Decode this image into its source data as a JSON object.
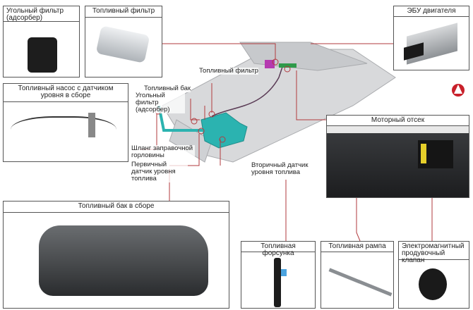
{
  "boxes": {
    "carbon_canister": "Угольный фильтр (адсорбер)",
    "fuel_filter": "Топливный фильтр",
    "fuel_pump": "Топливный насос с датчиком уровня в сборе",
    "fuel_tank_assembly": "Топливный бак в сборе",
    "ecu": "ЭБУ двигателя",
    "engine_bay": "Моторный отсек",
    "injector": "Топливная форсунка",
    "fuel_rail": "Топливная рампа",
    "purge_valve": "Электромагнитный продувочный клапан"
  },
  "callouts": {
    "fuel_filter": "Топливный фильтр",
    "fuel_tank": "Топливный бак",
    "carbon_filter": "Угольный фильтр (адсорбер)",
    "filler_hose": "Шланг заправочной горловины",
    "primary_sensor": "Первичный датчик уровня топлива",
    "secondary_sensor": "Вторичный датчик уровня топлива"
  },
  "colors": {
    "leader": "#b23a3e",
    "tank": "#2bb3b0"
  }
}
